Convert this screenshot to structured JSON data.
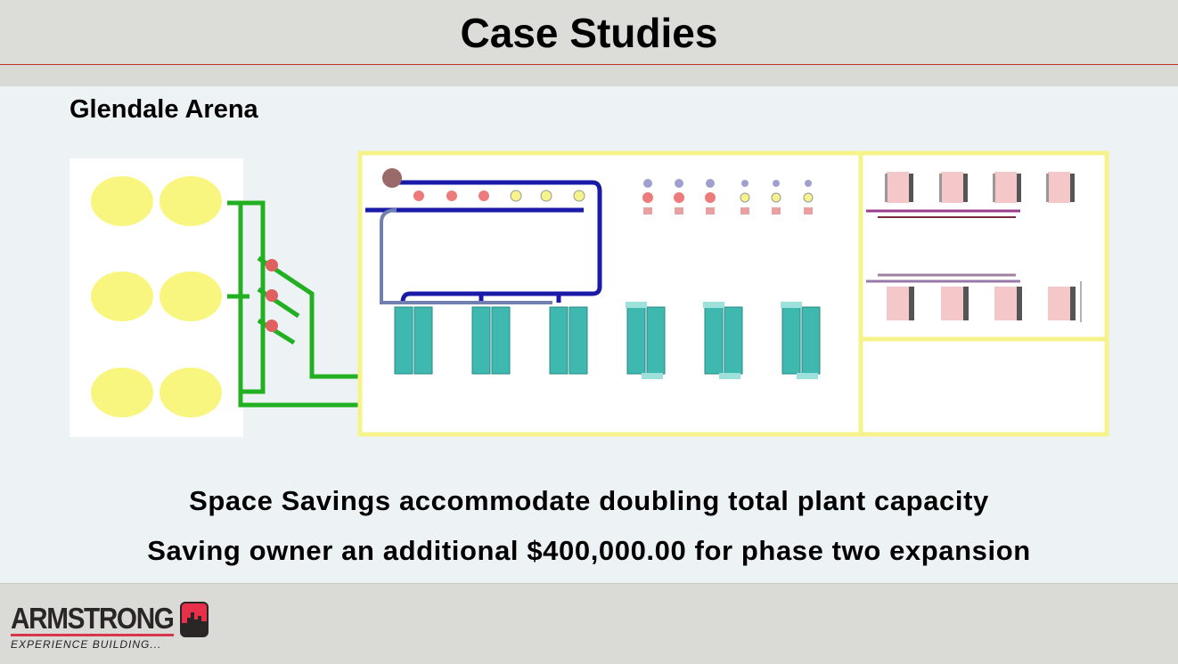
{
  "header": {
    "title": "Case Studies"
  },
  "slide": {
    "subtitle": "Glendale Arena",
    "lines": [
      "Space Savings accommodate doubling total plant capacity",
      "Saving owner an additional $400,000.00 for phase two expansion"
    ]
  },
  "footer": {
    "logo_name": "ARMSTRONG",
    "logo_tagline": "EXPERIENCE BUILDING..."
  },
  "colors": {
    "accent_red": "#c0302a",
    "pipe_green": "#22b022",
    "pipe_blue": "#1a1aa8",
    "chiller_teal": "#3fb8b0",
    "frame_yellow": "#f6f38a"
  }
}
